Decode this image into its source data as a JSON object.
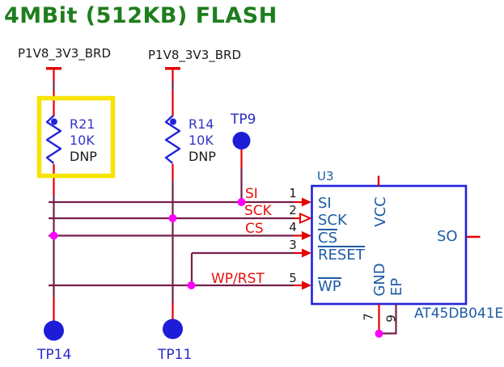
{
  "title": "4MBit (512KB) FLASH",
  "power": {
    "net1": "P1V8_3V3_BRD",
    "net2": "P1V8_3V3_BRD"
  },
  "resistors": [
    {
      "ref": "R21",
      "value": "10K",
      "note": "DNP"
    },
    {
      "ref": "R14",
      "value": "10K",
      "note": "DNP"
    }
  ],
  "testpoints": {
    "tp9": "TP9",
    "tp14": "TP14",
    "tp11": "TP11"
  },
  "net_labels": {
    "si": "SI",
    "sck": "SCK",
    "cs": "CS",
    "wp_rst": "WP/RST"
  },
  "chip": {
    "ref": "U3",
    "part": "AT45DB041E",
    "pins": {
      "si": {
        "number": "1",
        "name": "SI"
      },
      "sck": {
        "number": "2",
        "name": "SCK"
      },
      "cs": {
        "number": "4",
        "name": "CS"
      },
      "reset": {
        "number": "3",
        "name": "RESET"
      },
      "wp": {
        "number": "5",
        "name": "WP"
      },
      "vcc": {
        "name": "VCC"
      },
      "so": {
        "name": "SO"
      },
      "gnd": {
        "number": "7",
        "name": "GND"
      },
      "ep": {
        "number": "9",
        "name": "EP"
      }
    }
  },
  "colors": {
    "title_green": "#1e7e1e",
    "wire_red": "#e50000",
    "wire_dark_maroon": "#751f4c",
    "junction_magenta": "#ff00ff",
    "component_blue": "#1d1dd8",
    "label_blue": "#3434c8",
    "pin_text_blue": "#1e5ca6",
    "net_label_red": "#e8100c",
    "highlight_yellow": "#f7e400",
    "text_black": "#1b1b1b"
  }
}
